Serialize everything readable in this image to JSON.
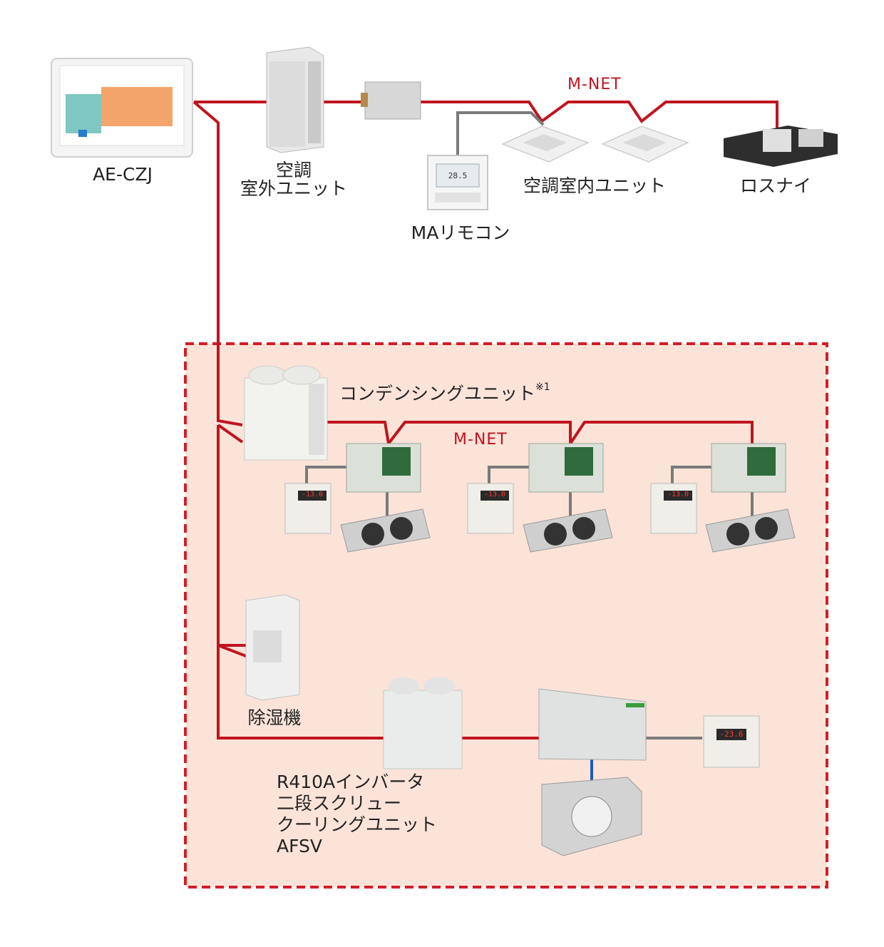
{
  "labels": {
    "ae_czj": "AE-CZJ",
    "outdoor_unit_line1": "空調",
    "outdoor_unit_line2": "室外ユニット",
    "ma_remote": "MAリモコン",
    "indoor_units": "空調室内ユニット",
    "lossnay": "ロスナイ",
    "mnet_top": "M-NET",
    "mnet_bottom": "M-NET",
    "condensing_unit": "コンデンシングユニット",
    "condensing_unit_note": "※1",
    "dehumidifier": "除湿機",
    "cooling_unit_line1": "R410Aインバータ",
    "cooling_unit_line2": "二段スクリュー",
    "cooling_unit_line3": "クーリングユニット",
    "cooling_unit_line4": "AFSV"
  },
  "displays": {
    "controller_reading": "-13.0",
    "controller_reading_2": "-13.0",
    "controller_reading_3": "-13.0",
    "afsv_panel_reading": "-23.6",
    "ma_remote_reading": "28.5"
  },
  "colors": {
    "mnet_line": "#c0141f",
    "gray_line": "#7a7a7a",
    "zone_fill": "#fbe3d8",
    "zone_border": "#d21e28",
    "blue_link": "#1e5bb8"
  }
}
